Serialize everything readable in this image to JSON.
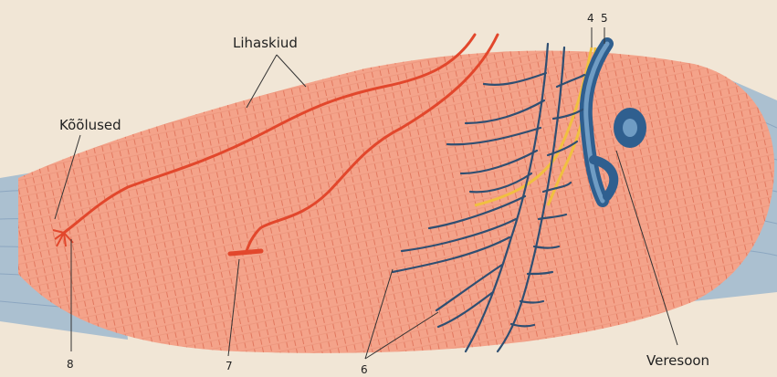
{
  "labels": {
    "muscle_fibers": "Lihaskiud",
    "tendons": "Kõõlused",
    "blood_vessel": "Veresoon",
    "n4": "4",
    "n5": "5",
    "n6": "6",
    "n7": "7",
    "n8": "8"
  },
  "colors": {
    "background": "#f1e6d6",
    "muscle": "#f4a38a",
    "striation": "#e0735a",
    "tendon": "#9fb8cf",
    "nerve": "#e2472c",
    "vessel": "#2f5f8f",
    "vessel_light": "#6f9cc4",
    "yellow_nerve": "#f0c040"
  }
}
